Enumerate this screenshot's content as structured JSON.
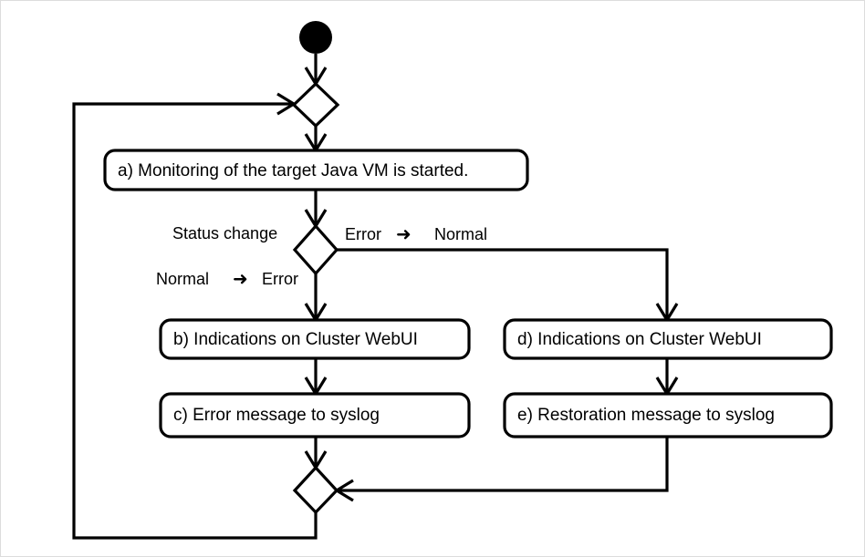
{
  "diagram": {
    "type": "uml-activity-flowchart",
    "background_color": "#ffffff",
    "line_color": "#000000",
    "border_color": "#dddddd",
    "nodes": {
      "start": {
        "kind": "initial-node",
        "label": ""
      },
      "merge_top": {
        "kind": "merge-diamond",
        "label": ""
      },
      "activity_a": {
        "kind": "activity",
        "label": "a) Monitoring of the target Java VM is started."
      },
      "decision": {
        "kind": "decision-diamond",
        "label": ""
      },
      "activity_b": {
        "kind": "activity",
        "label": "b) Indications on Cluster WebUI"
      },
      "activity_c": {
        "kind": "activity",
        "label": "c) Error message to syslog"
      },
      "activity_d": {
        "kind": "activity",
        "label": "d) Indications on Cluster WebUI"
      },
      "activity_e": {
        "kind": "activity",
        "label": "e) Restoration message to syslog"
      },
      "merge_bottom": {
        "kind": "merge-diamond",
        "label": ""
      }
    },
    "edge_labels": {
      "decision_title": "Status change",
      "branch_right_from": "Error",
      "branch_right_arrow": "➜",
      "branch_right_to": "Normal",
      "branch_left_from": "Normal",
      "branch_left_arrow": "➜",
      "branch_left_to": "Error"
    }
  }
}
